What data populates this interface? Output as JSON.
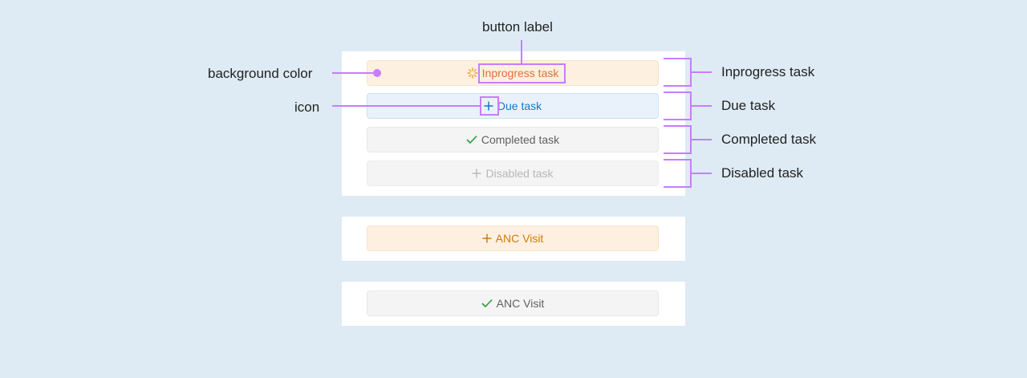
{
  "annotations": {
    "button_label": "button label",
    "background_color": "background color",
    "icon": "icon",
    "inprogress": "Inprogress task",
    "due": "Due task",
    "completed": "Completed task",
    "disabled": "Disabled task"
  },
  "buttons": {
    "inprogress": {
      "label": "Inprogress task",
      "icon": "spinner-icon"
    },
    "due": {
      "label": "Due task",
      "icon": "plus-icon"
    },
    "completed": {
      "label": "Completed task",
      "icon": "check-icon"
    },
    "disabled": {
      "label": "Disabled task",
      "icon": "plus-icon"
    },
    "anc_due": {
      "label": "ANC Visit",
      "icon": "plus-icon"
    },
    "anc_completed": {
      "label": "ANC Visit",
      "icon": "check-icon"
    }
  },
  "colors": {
    "page_bg": "#deebf4",
    "annotation": "#c77dff",
    "inprogress_bg": "#fdf0e0",
    "inprogress_text": "#e0703a",
    "due_bg": "#e9f2fa",
    "due_text": "#1877c2",
    "completed_bg": "#f4f4f4",
    "completed_text": "#616161",
    "completed_icon": "#2e9b3a",
    "disabled_text": "#b7b7b7",
    "anc_text": "#cf7a12"
  }
}
